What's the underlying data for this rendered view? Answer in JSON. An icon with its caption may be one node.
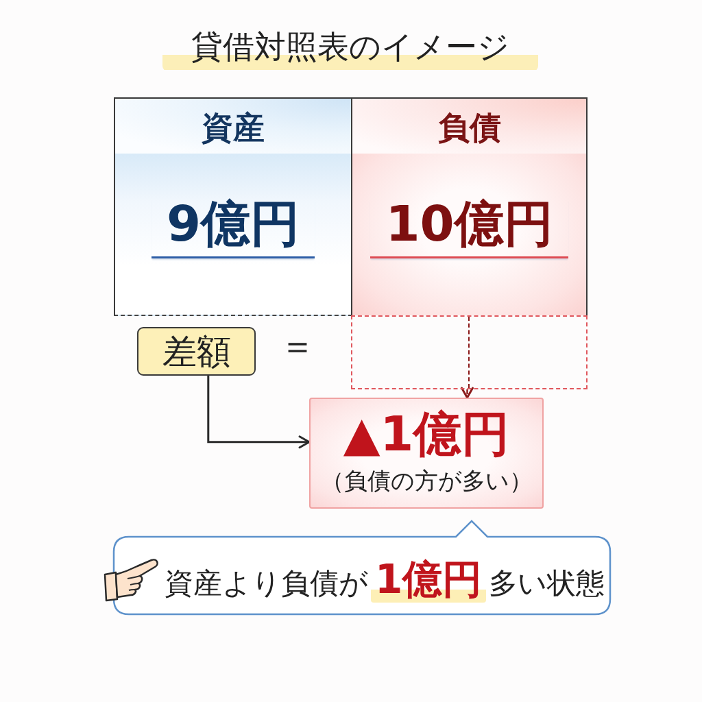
{
  "diagram": {
    "title": "貸借対照表のイメージ",
    "nodes": [
      {
        "text": [
          "資産"
        ]
      },
      {
        "text": [
          "9億円"
        ]
      },
      {
        "text": [
          "負債"
        ]
      },
      {
        "text": [
          "10億円"
        ]
      },
      {
        "text": [],
        "shape": "box"
      },
      {
        "text": [
          "差額"
        ]
      },
      {
        "text": [
          "▲1億円",
          "（負債の方が多い）"
        ]
      },
      {
        "text": [
          "資産より負債が**1億円**多い状態"
        ]
      }
    ],
    "edges": [
      {
        "from": 4,
        "to": 6,
        "arrow": "to",
        "style": "dashed",
        "color": "#8b1a1a"
      },
      {
        "from": 5,
        "to": 6,
        "arrow": "to",
        "color": "#2a2a2a"
      }
    ],
    "labels": [
      "＝"
    ]
  }
}
